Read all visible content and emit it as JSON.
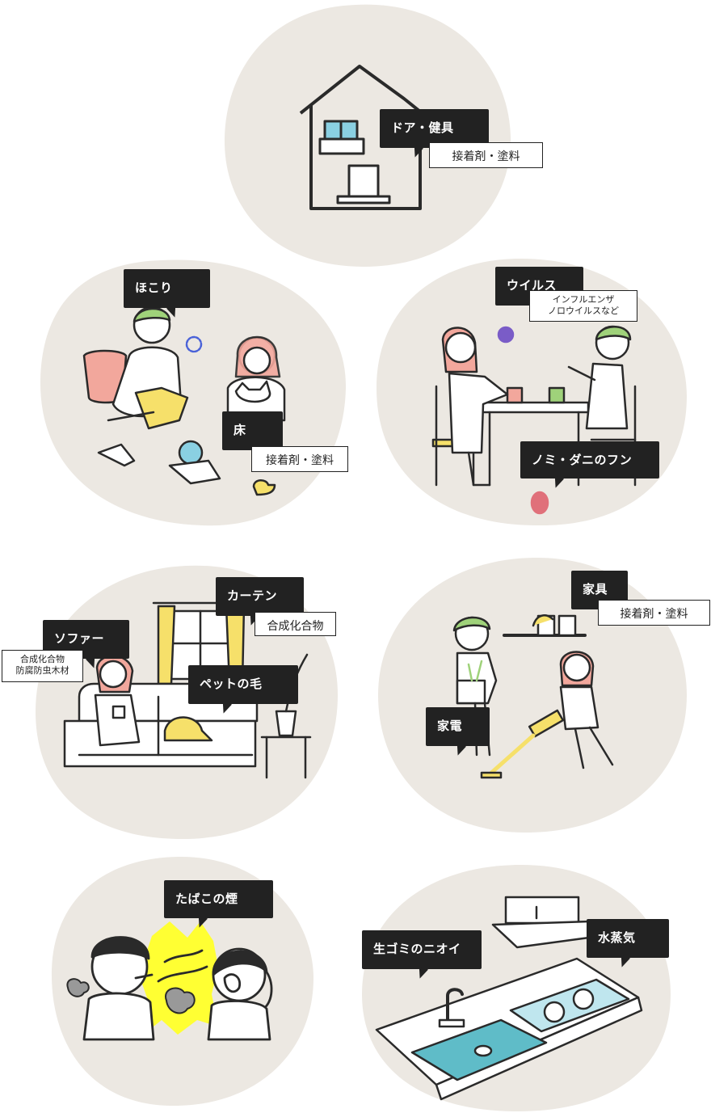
{
  "colors": {
    "blob": "#ece8e2",
    "ink": "#2a2a2a",
    "green": "#9fd27a",
    "pink": "#f2a79c",
    "yellow": "#f6e06a",
    "blue": "#8ad0e2",
    "purple": "#7a5cc7",
    "red": "#e0707a",
    "label_bg": "#222222"
  },
  "scenes": {
    "house": {
      "label": "ドア・健具",
      "sub": "接着剤・塗料"
    },
    "family_floor": {
      "dust_label": "ほこり",
      "floor_label": "床",
      "floor_sub": "接着剤・塗料"
    },
    "dining": {
      "virus_label": "ウイルス",
      "virus_sub": [
        "インフルエンザ",
        "ノロウイルスなど"
      ],
      "mite_label": "ノミ・ダニのフン"
    },
    "living": {
      "curtain_label": "カーテン",
      "curtain_sub": "合成化合物",
      "sofa_label": "ソファー",
      "sofa_sub": [
        "合成化合物",
        "防腐防虫木材"
      ],
      "pet_label": "ペットの毛"
    },
    "cleaning": {
      "furniture_label": "家具",
      "furniture_sub": "接着剤・塗料",
      "appliance_label": "家電"
    },
    "smoke": {
      "label": "たばこの煙"
    },
    "kitchen": {
      "garbage_label": "生ゴミのニオイ",
      "steam_label": "水蒸気"
    }
  }
}
